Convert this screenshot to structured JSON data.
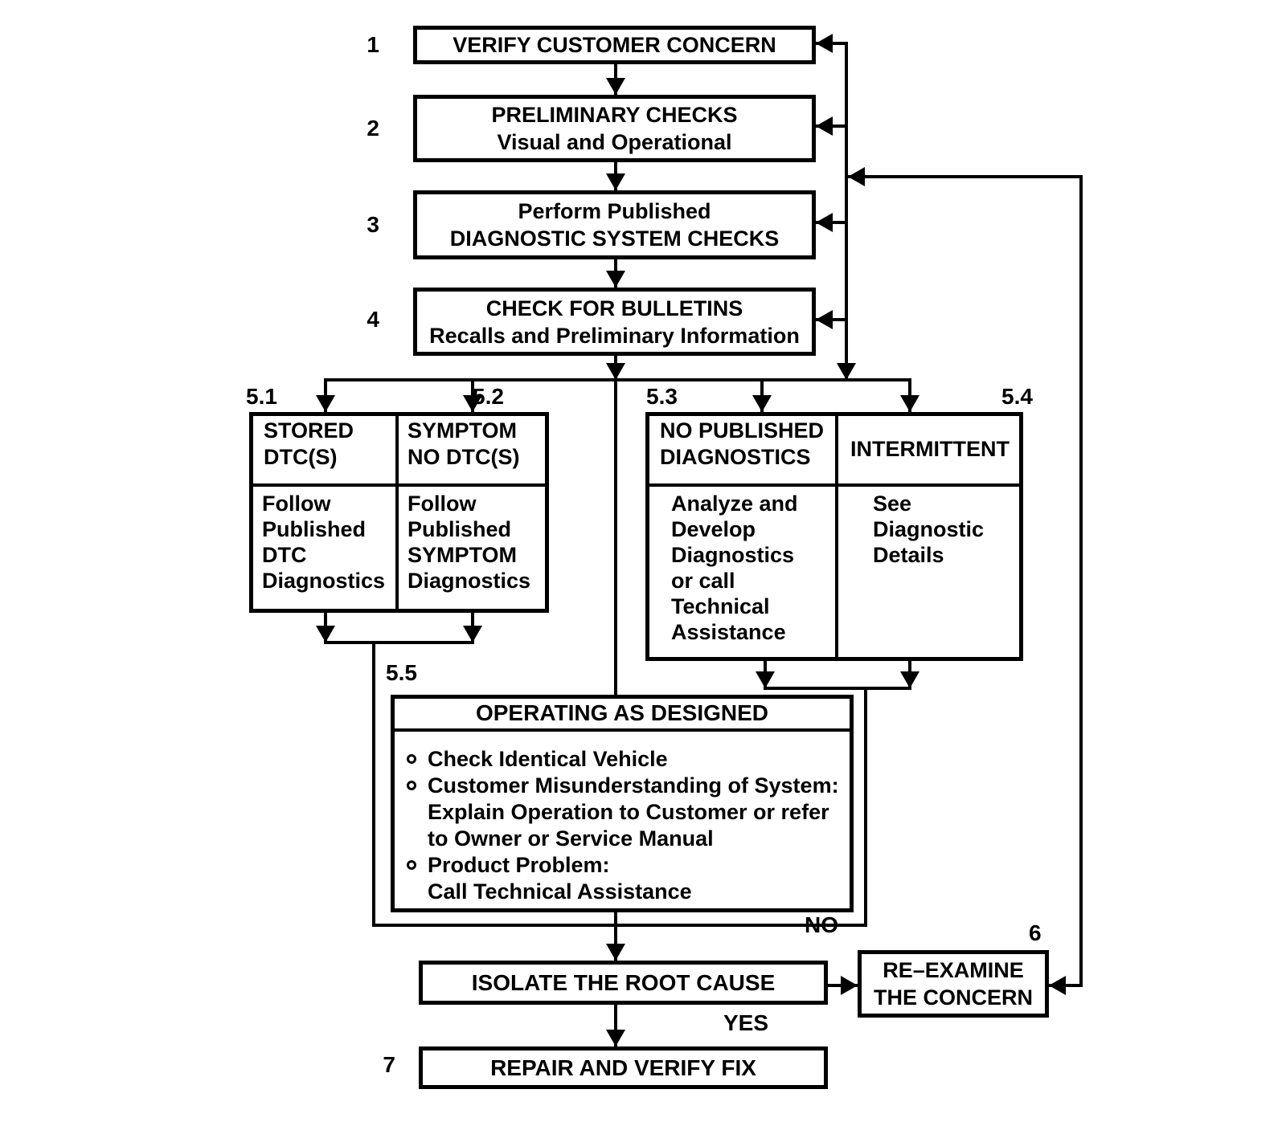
{
  "step_labels": {
    "s1": "1",
    "s2": "2",
    "s3": "3",
    "s4": "4",
    "s51": "5.1",
    "s52": "5.2",
    "s53": "5.3",
    "s54": "5.4",
    "s55": "5.5",
    "s6": "6",
    "s7": "7"
  },
  "edge_labels": {
    "no": "NO",
    "yes": "YES"
  },
  "nodes": {
    "verify_customer_concern": {
      "line1": "VERIFY CUSTOMER CONCERN"
    },
    "preliminary_checks": {
      "line1": "PRELIMINARY CHECKS",
      "line2": "Visual and Operational"
    },
    "diagnostic_system_checks": {
      "line1": "Perform Published",
      "line2": "DIAGNOSTIC SYSTEM CHECKS"
    },
    "check_for_bulletins": {
      "line1": "CHECK FOR BULLETINS",
      "line2": "Recalls and Preliminary Information"
    },
    "stored_dtcs": {
      "header1": "STORED",
      "header2": "DTC(S)",
      "body": [
        "Follow",
        "Published",
        "DTC",
        "Diagnostics"
      ]
    },
    "symptom_no_dtcs": {
      "header1": "SYMPTOM",
      "header2": "NO DTC(S)",
      "body": [
        "Follow",
        "Published",
        "SYMPTOM",
        "Diagnostics"
      ]
    },
    "no_published_diagnostics": {
      "header1": "NO PUBLISHED",
      "header2": "DIAGNOSTICS",
      "body": [
        "Analyze and",
        "Develop",
        "Diagnostics",
        "or call",
        "Technical",
        "Assistance"
      ]
    },
    "intermittent": {
      "header1": "INTERMITTENT",
      "body": [
        "See",
        "Diagnostic",
        "Details"
      ]
    },
    "operating_as_designed": {
      "title": "OPERATING AS DESIGNED",
      "bullets": [
        {
          "lines": [
            "Check Identical Vehicle"
          ]
        },
        {
          "lines": [
            "Customer Misunderstanding of System:",
            "Explain Operation to Customer or refer",
            "to Owner or Service Manual"
          ]
        },
        {
          "lines": [
            "Product Problem:",
            "Call Technical Assistance"
          ]
        }
      ]
    },
    "isolate_root_cause": {
      "line1": "ISOLATE THE ROOT CAUSE"
    },
    "re_examine_concern": {
      "line1": "RE–EXAMINE",
      "line2": "THE CONCERN"
    },
    "repair_and_verify": {
      "line1": "REPAIR AND VERIFY FIX"
    }
  },
  "colors": {
    "line_color": "#000000",
    "background": "#ffffff"
  }
}
